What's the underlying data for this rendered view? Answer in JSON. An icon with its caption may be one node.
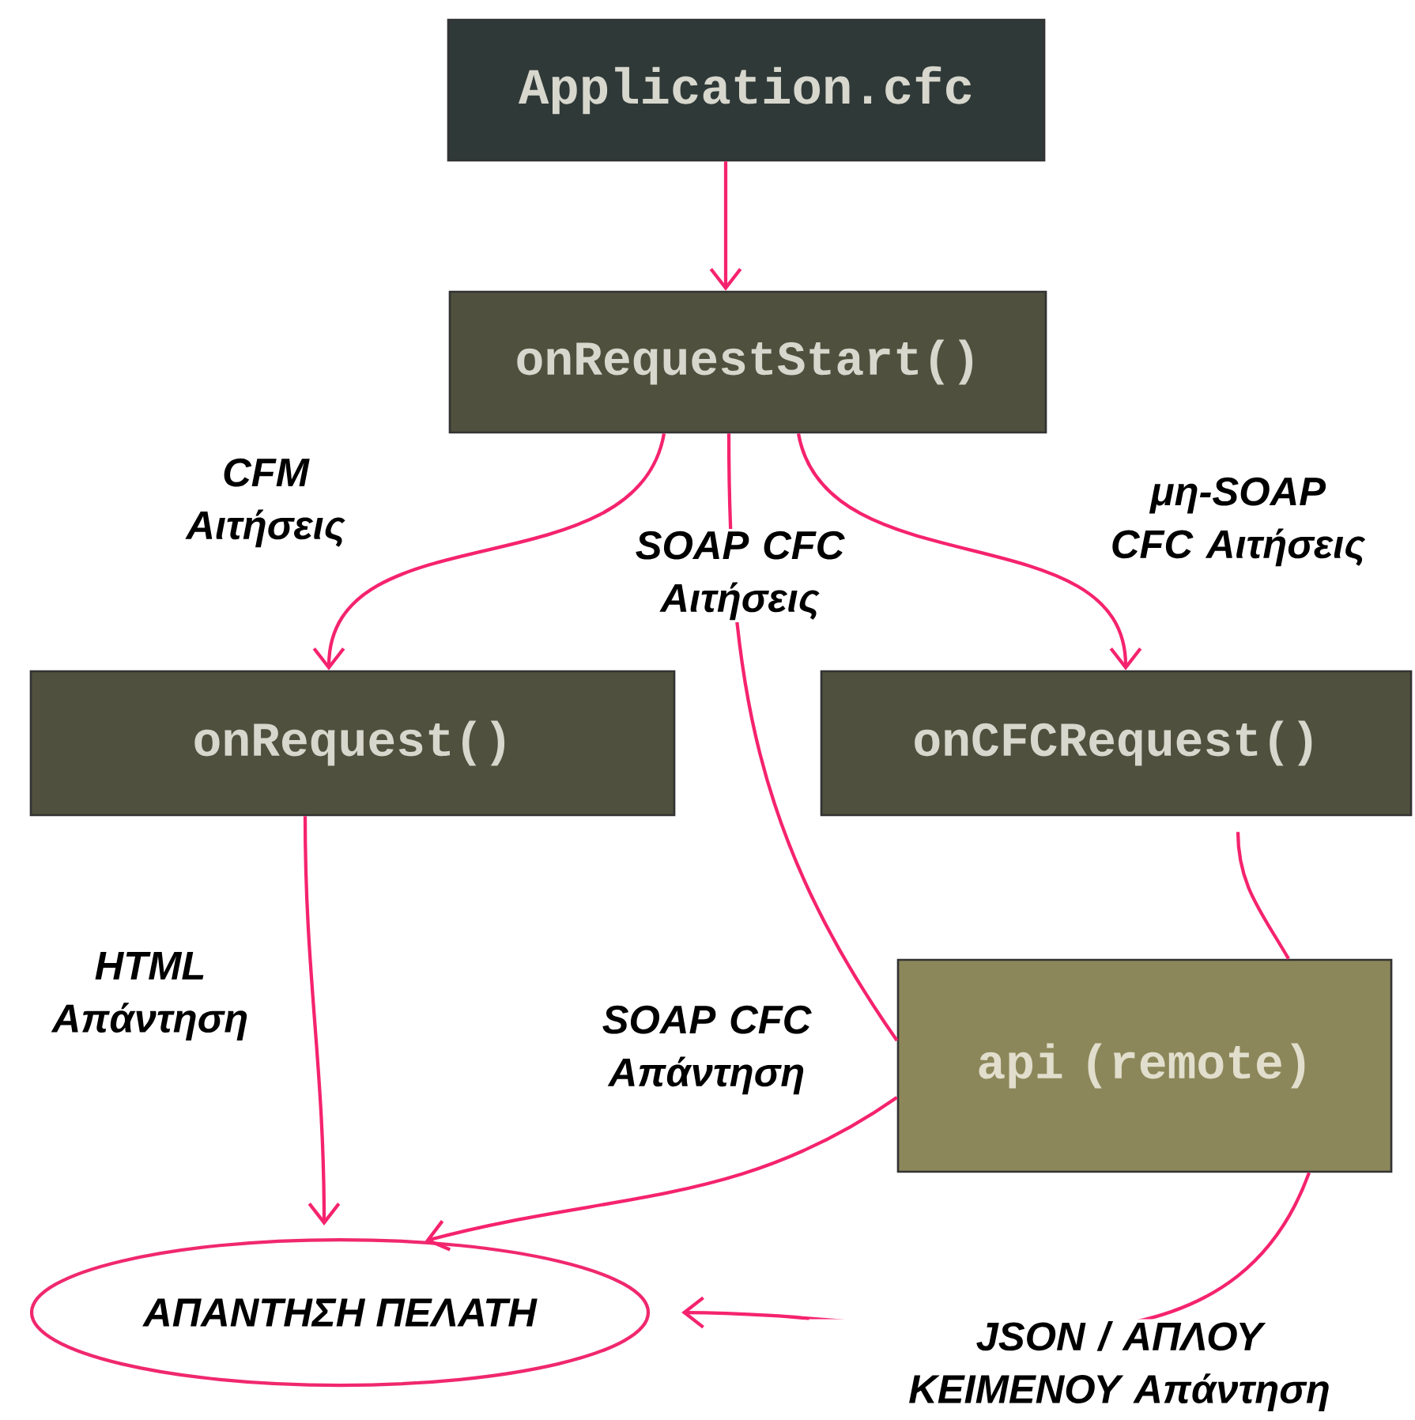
{
  "diagram": {
    "nodes": [
      {
        "text": [
          "Application.cfc"
        ]
      },
      {
        "text": [
          "onRequestStart()"
        ]
      },
      {
        "text": [
          "onRequest()"
        ]
      },
      {
        "text": [
          "onCFCRequest()"
        ]
      },
      {
        "text": [
          "api (remote)"
        ]
      },
      {
        "text": [
          "ΑΠΑΝΤΗΣΗ ΠΕΛΑΤΗ"
        ]
      }
    ],
    "edges": [
      {
        "from": 0,
        "to": 1,
        "arrow": "to"
      },
      {
        "from": 1,
        "to": 2,
        "arrow": "to",
        "label": "CFM Αιτήσεις"
      },
      {
        "from": 1,
        "to": 4,
        "arrow": "none",
        "label": "SOAP CFC Αιτήσεις"
      },
      {
        "from": 1,
        "to": 3,
        "arrow": "to",
        "label": "μη-SOAP CFC Αιτήσεις"
      },
      {
        "from": 3,
        "to": 4,
        "arrow": "none"
      },
      {
        "from": 2,
        "to": 5,
        "arrow": "to",
        "label": "HTML Απάντηση"
      },
      {
        "from": 4,
        "to": 5,
        "arrow": "to",
        "label": "SOAP CFC Απάντηση"
      },
      {
        "from": 4,
        "to": 5,
        "arrow": "to",
        "label": "JSON / ΑΠΛΟΥ ΚΕΙΜΕΝΟΥ Απάντηση"
      }
    ]
  }
}
